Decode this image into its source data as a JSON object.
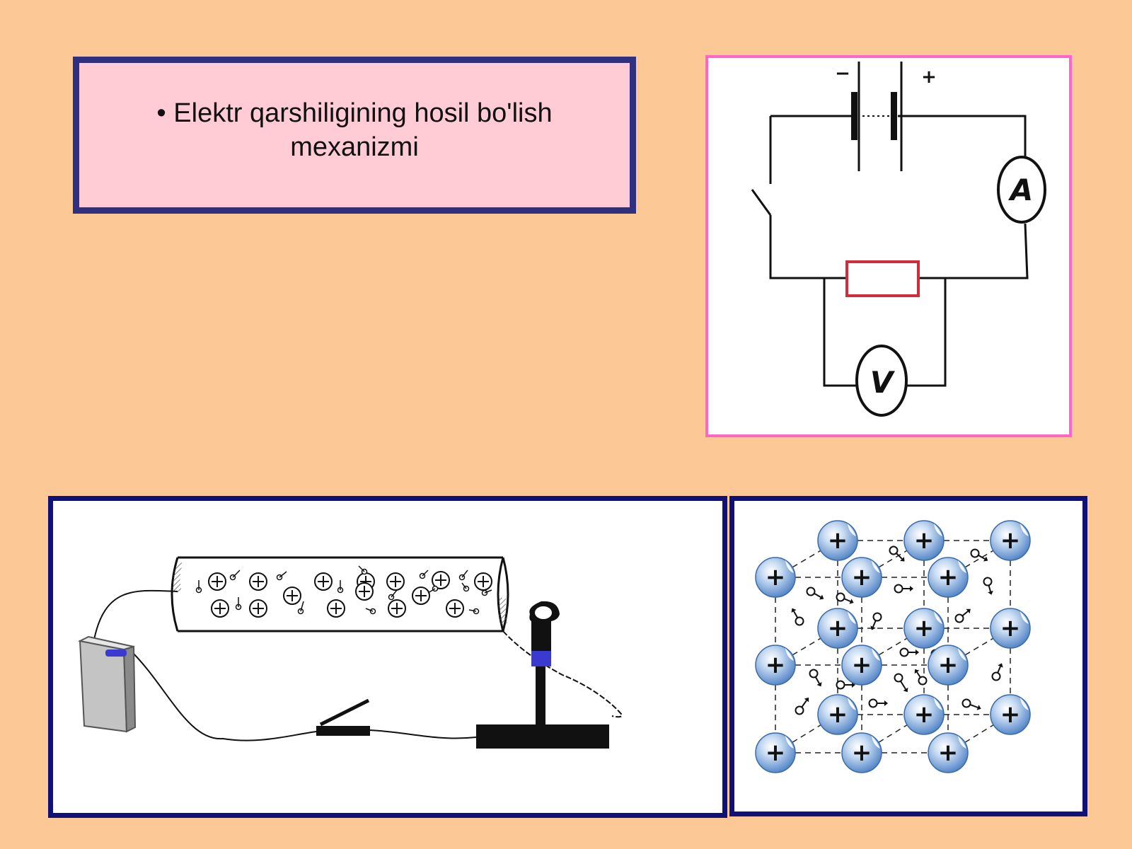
{
  "slide": {
    "bullet": "•",
    "title_line1": "Elektr qarshiligining hosil bo'lish",
    "title_line2": "mexanizmi"
  },
  "circuit": {
    "minus_sign": "−",
    "plus_sign": "+",
    "ammeter_label": "A",
    "voltmeter_label": "V"
  },
  "ion_symbol": "+",
  "colors": {
    "background": "#fcc896",
    "title_fill": "#ffccd6",
    "title_border": "#303080",
    "circuit_border": "#ff66cc",
    "panel_border": "#10107a",
    "resistor": "#d42b3a",
    "ion_blue": "#6b9fd8",
    "probe_band": "#3a3ad0"
  }
}
